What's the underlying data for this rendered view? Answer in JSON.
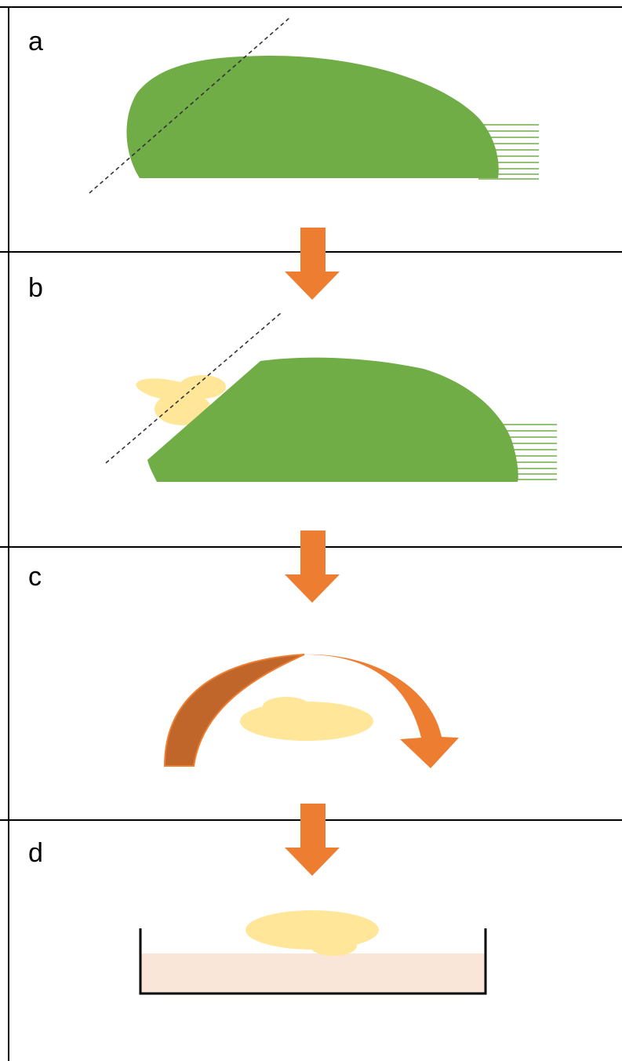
{
  "panels": [
    {
      "label": "a"
    },
    {
      "label": "b"
    },
    {
      "label": "c"
    },
    {
      "label": "d"
    }
  ],
  "colors": {
    "leaf": "#70AD47",
    "tissue": "#FFE699",
    "arrow": "#ED7D31",
    "arrow_shade": "#C0662A",
    "medium": "#FAE6D8",
    "line": "#000000",
    "cut_line": "#333333"
  }
}
